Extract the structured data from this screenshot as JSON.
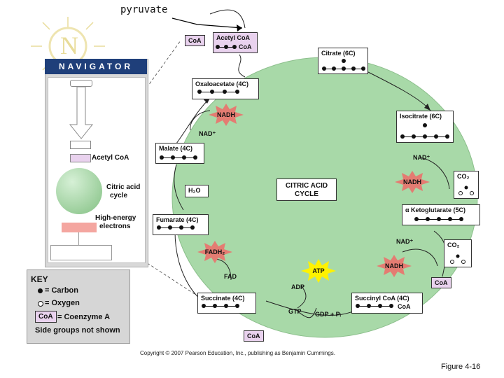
{
  "header": {
    "pyruvate": "pyruvate"
  },
  "navigator": {
    "emblem_letter": "N",
    "title": "NAVIGATOR",
    "acetyl_coa": "Acetyl CoA",
    "citric_acid_cycle": "Citric acid cycle",
    "citric_line1": "Citric acid",
    "citric_line2": "cycle",
    "high_energy_line1": "High-energy",
    "high_energy_line2": "electrons"
  },
  "key": {
    "title": "KEY",
    "carbon": "= Carbon",
    "oxygen": "= Oxygen",
    "coa_box": "CoA",
    "coenzyme": "= Coenzyme A",
    "side_groups": "Side groups not shown"
  },
  "cycle": {
    "center_line1": "CITRIC ACID",
    "center_line2": "CYCLE",
    "coa_top": "CoA",
    "acetyl_coa_label": "Acetyl CoA",
    "acetyl_coa_sub": "CoA",
    "citrate": "Citrate (6C)",
    "isocitrate": "Isocitrate (6C)",
    "alpha_keto": "α Ketoglutarate (5C)",
    "succinyl": "Succinyl CoA (4C)",
    "succinyl_sub": "CoA",
    "succinate": "Succinate (4C)",
    "fumarate": "Fumarate (4C)",
    "malate": "Malate (4C)",
    "oxaloacetate": "Oxaloacetate (4C)",
    "nad_plus_1": "NAD⁺",
    "nadh_1": "NADH",
    "nad_plus_2": "NAD⁺",
    "nadh_2": "NADH",
    "co2_1": "CO₂",
    "nad_plus_3": "NAD⁺",
    "nadh_3": "NADH",
    "co2_2": "CO₂",
    "coa_right": "CoA",
    "atp": "ATP",
    "adp": "ADP",
    "gtp": "GTP",
    "gdp": "GDP + Pᵢ",
    "fad": "FAD",
    "fadh2": "FADH₂",
    "h2o": "H₂O",
    "coa_bottom": "CoA"
  },
  "footer": {
    "copyright": "Copyright © 2007 Pearson Education, Inc., publishing as Benjamin Cummings.",
    "figure": "Figure 4-16"
  },
  "colors": {
    "cycle_fill": "#a8d9a8",
    "nadh": "#e47c72",
    "atp": "#fff200",
    "pink": "#e9d2ee",
    "navigator_bar": "#1f3f7a"
  }
}
